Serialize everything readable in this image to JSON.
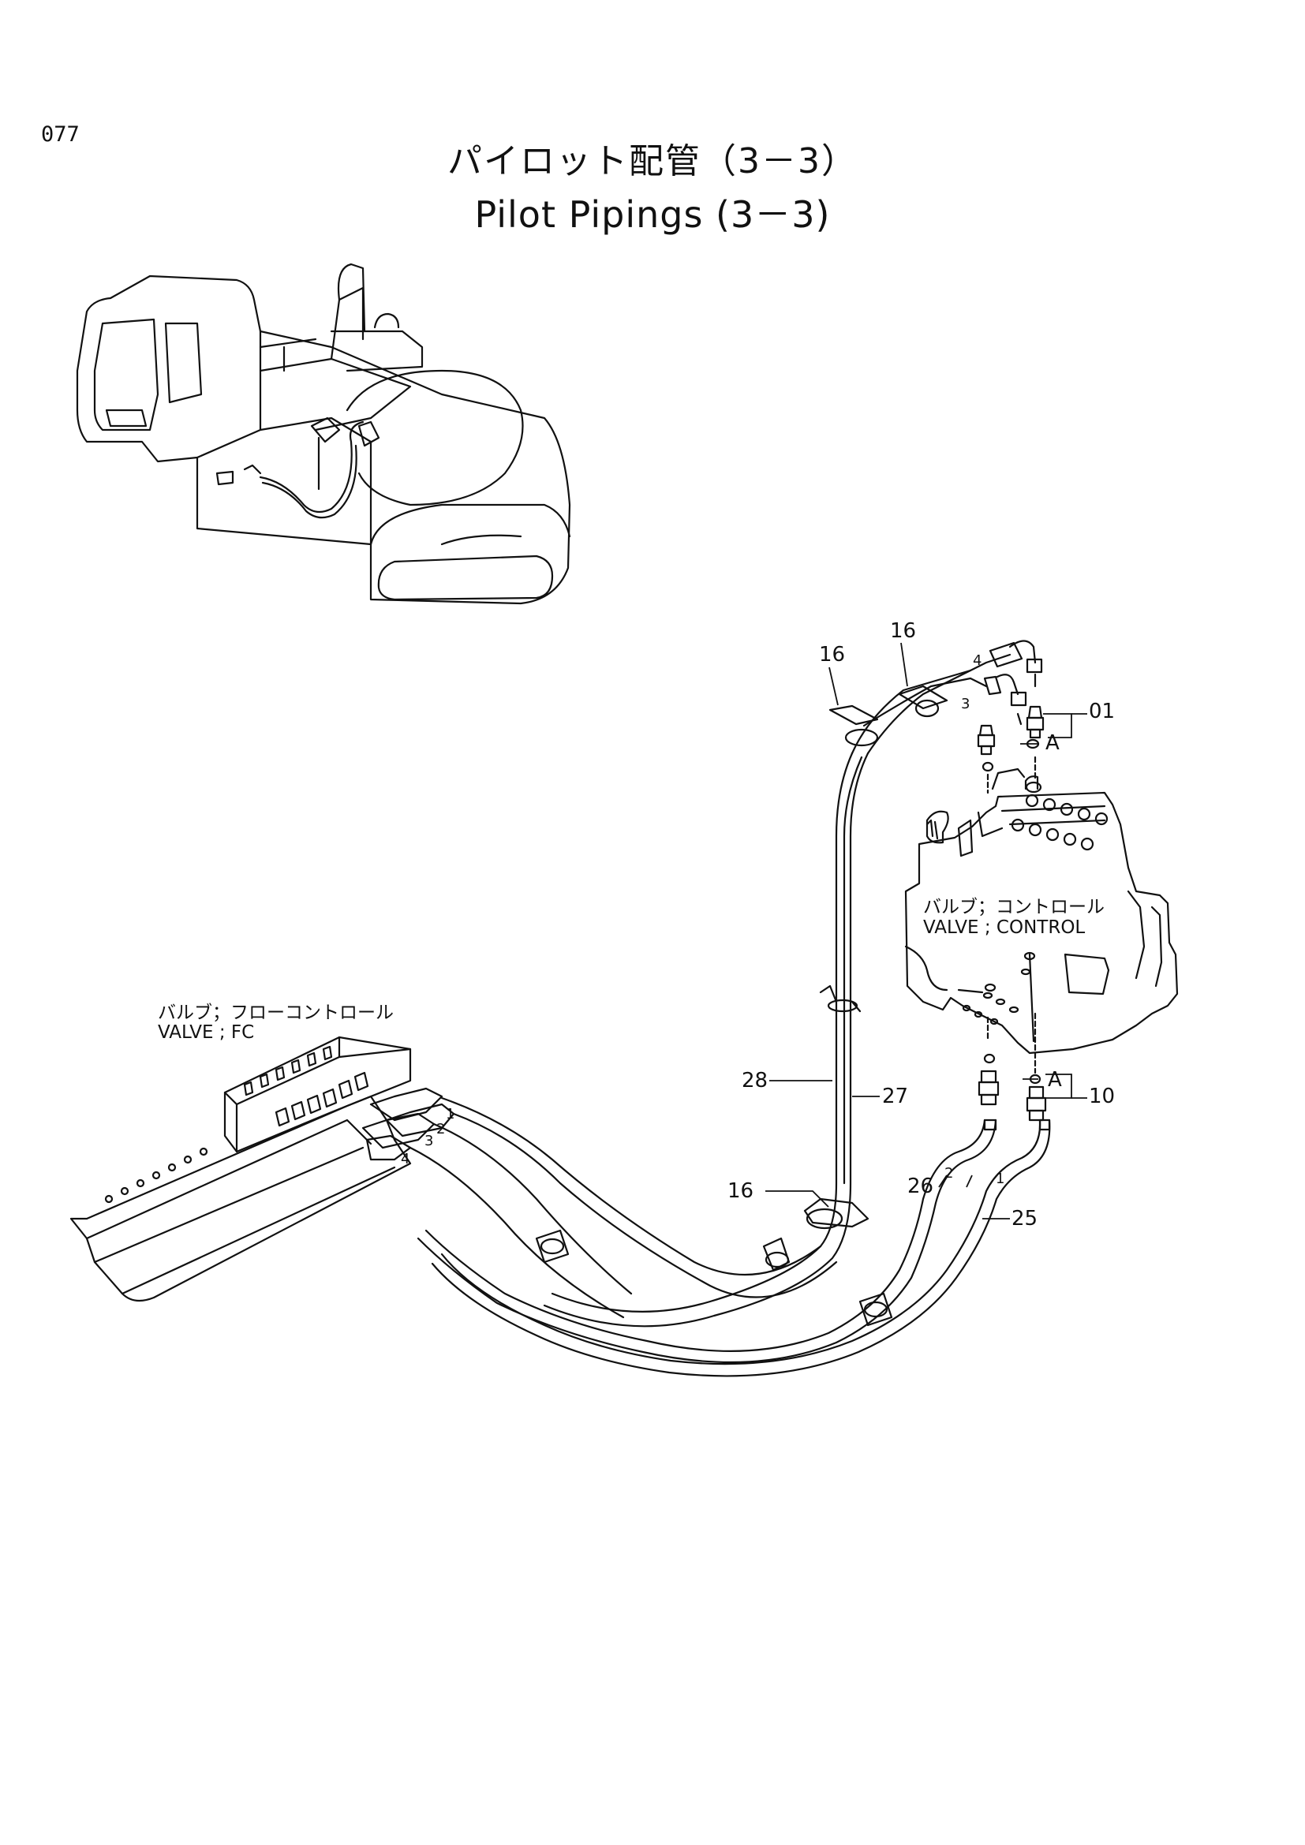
{
  "page": {
    "number": "077"
  },
  "title": {
    "japanese": "パイロット配管（3－3）",
    "english": "Pilot Pipings (3－3)"
  },
  "labels": {
    "valve_control_jp": "バルブ；コントロール",
    "valve_control_en": "VALVE ; CONTROL",
    "valve_fc_jp": "バルブ；フローコントロール",
    "valve_fc_en": "VALVE ; FC"
  },
  "callouts": {
    "p16a": "16",
    "p16b": "16",
    "p16c": "16",
    "p01": "01",
    "p10": "10",
    "pA1": "A",
    "pA2": "A",
    "p27": "27",
    "p28": "28",
    "p25": "25",
    "p26": "26",
    "h1": "1",
    "h2": "2",
    "h3": "3",
    "h4": "4",
    "t1": "1",
    "t2": "2",
    "t3": "3",
    "t4": "4"
  }
}
